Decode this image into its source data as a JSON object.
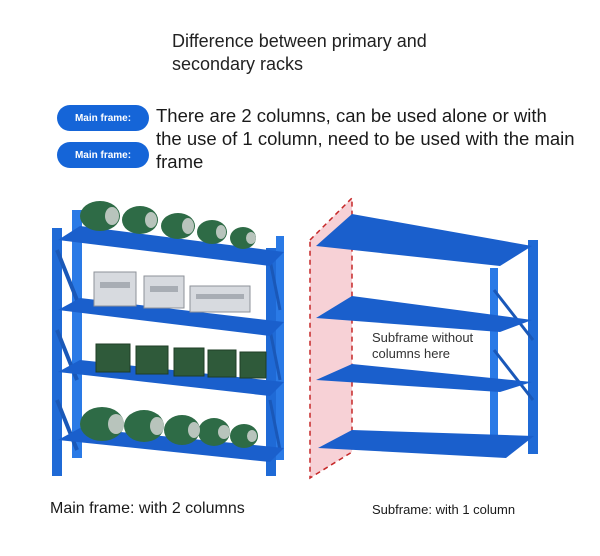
{
  "heading": "Difference between primary and secondary racks",
  "badges": {
    "main_frame_1": "Main frame:",
    "main_frame_2": "Main frame:"
  },
  "description": "There are 2 columns, can be used alone or with the use of 1 column, need to be used with the main frame",
  "subframe_note": "Subframe without columns here",
  "captions": {
    "main": "Main frame: with 2 columns",
    "sub": "Subframe: with 1 column"
  },
  "colors": {
    "rack_blue": "#1f6ad6",
    "badge_blue": "#1565d8",
    "highlight_pink": "#f6c9cf",
    "dash_red": "#c62828"
  }
}
